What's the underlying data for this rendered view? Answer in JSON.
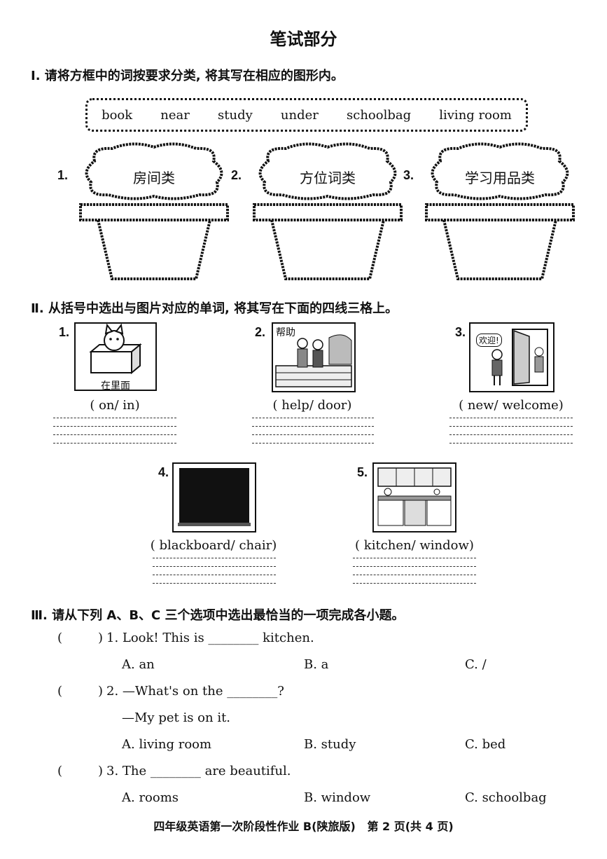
{
  "page_title": "笔试部分",
  "section1": {
    "heading": "Ⅰ. 请将方框中的词按要求分类, 将其写在相应的图形内。",
    "words": [
      "book",
      "near",
      "study",
      "under",
      "schoolbag",
      "living room"
    ],
    "baskets": [
      {
        "num": "1.",
        "label": "房间类"
      },
      {
        "num": "2.",
        "label": "方位词类"
      },
      {
        "num": "3.",
        "label": "学习用品类"
      }
    ]
  },
  "section2": {
    "heading": "Ⅱ. 从括号中选出与图片对应的单词, 将其写在下面的四线三格上。",
    "items": [
      {
        "num": "1.",
        "caption": "在里面",
        "options": "( on/ in)"
      },
      {
        "num": "2.",
        "caption": "帮助",
        "options": "( help/ door)"
      },
      {
        "num": "3.",
        "caption": "欢迎!",
        "options": "( new/ welcome)"
      },
      {
        "num": "4.",
        "caption": "",
        "options": "( blackboard/ chair)"
      },
      {
        "num": "5.",
        "caption": "",
        "options": "( kitchen/ window)"
      }
    ]
  },
  "section3": {
    "heading": "Ⅲ. 请从下列 A、B、C 三个选项中选出最恰当的一项完成各小题。",
    "questions": [
      {
        "paren": "(",
        "paren_close": ")",
        "stem": "1. Look! This is ________ kitchen.",
        "reply": "",
        "choices": [
          "A. an",
          "B. a",
          "C. /"
        ]
      },
      {
        "paren": "(",
        "paren_close": ")",
        "stem": "2. —What's on the ________?",
        "reply": "—My pet is on it.",
        "choices": [
          "A. living room",
          "B. study",
          "C. bed"
        ]
      },
      {
        "paren": "(",
        "paren_close": ")",
        "stem": "3. The ________ are beautiful.",
        "reply": "",
        "choices": [
          "A. rooms",
          "B. window",
          "C. schoolbag"
        ]
      }
    ]
  },
  "footer": "四年级英语第一次阶段性作业 B(陕旅版)   第 2 页(共 4 页)"
}
